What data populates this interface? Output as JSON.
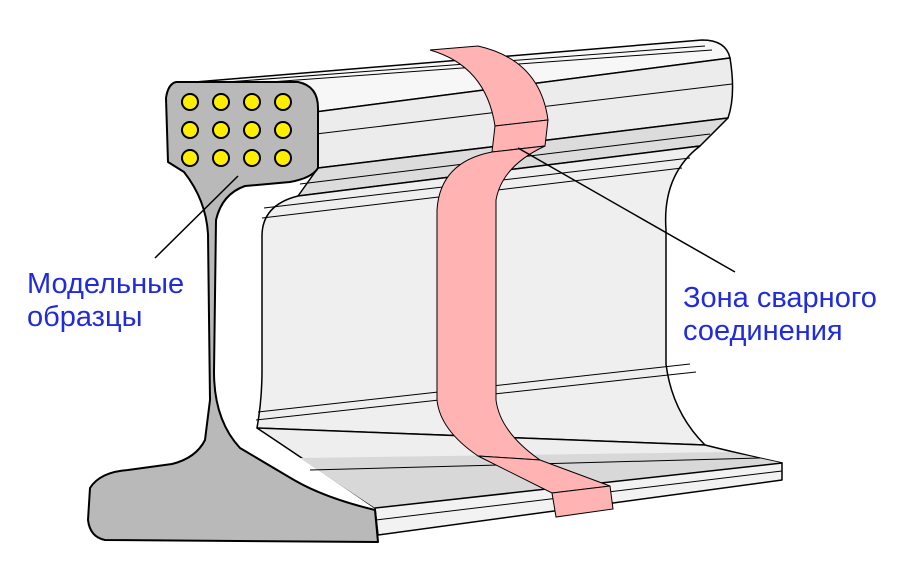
{
  "labels": {
    "model_samples": [
      "Модельные",
      "образцы"
    ],
    "weld_zone": [
      "Зона сварного",
      "соединения"
    ]
  },
  "colors": {
    "text_blue": "#1f2bdc",
    "weld_pink": "#ffb3b3",
    "sample_yellow": "#ffee00",
    "rail_section_gray": "#b9b9b9",
    "rail_face_light": "#eeeeee",
    "outline": "#000000"
  },
  "sample_grid": {
    "rows": 3,
    "cols": 4
  }
}
